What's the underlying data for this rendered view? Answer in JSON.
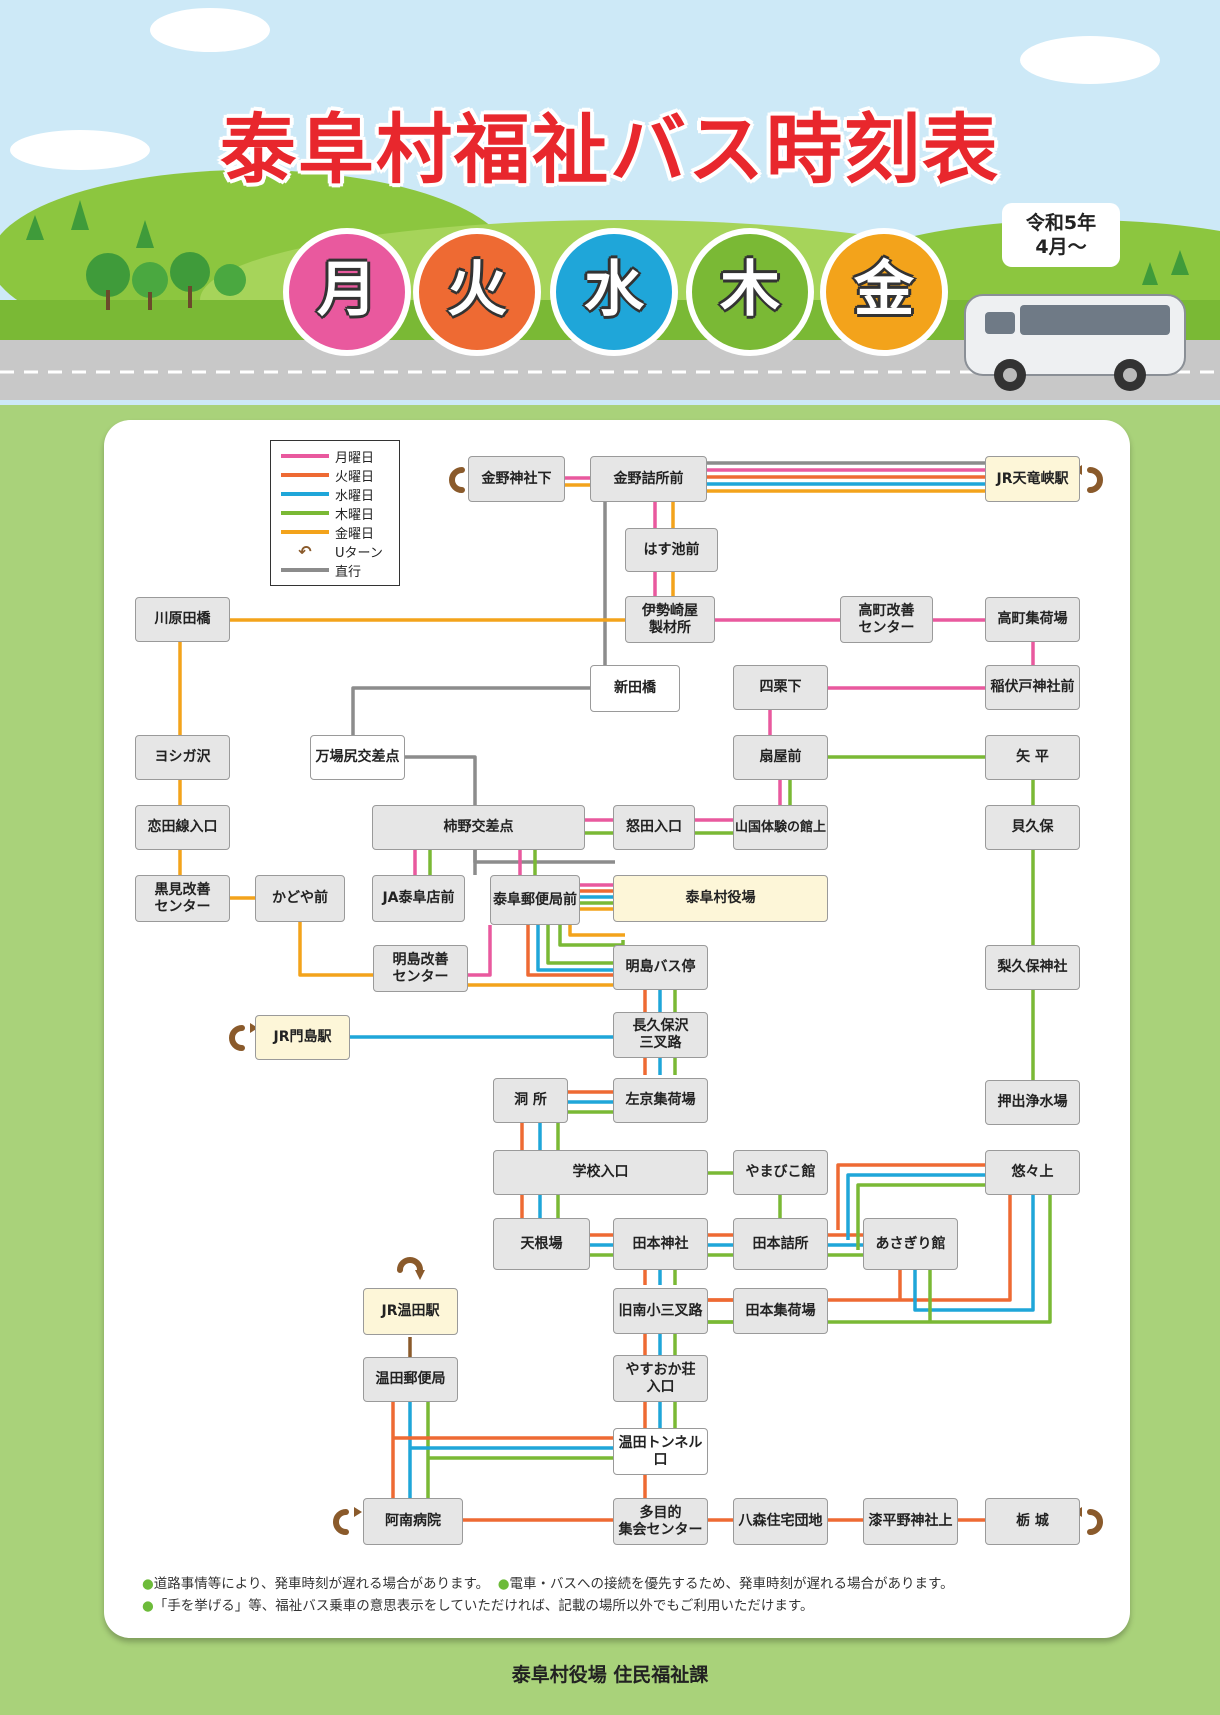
{
  "header": {
    "title": "泰阜村福祉バス時刻表",
    "days": [
      {
        "label": "月",
        "color": "#e9599e"
      },
      {
        "label": "火",
        "color": "#ee6a33"
      },
      {
        "label": "水",
        "color": "#1fa6d9"
      },
      {
        "label": "木",
        "color": "#7ab935"
      },
      {
        "label": "金",
        "color": "#f3a31b"
      }
    ],
    "era_line1": "令和5年",
    "era_line2": "4月〜"
  },
  "legend": [
    {
      "label": "月曜日",
      "color": "#e9599e"
    },
    {
      "label": "火曜日",
      "color": "#ee6a33"
    },
    {
      "label": "水曜日",
      "color": "#1fa6d9"
    },
    {
      "label": "木曜日",
      "color": "#7ab935"
    },
    {
      "label": "金曜日",
      "color": "#f3a31b"
    },
    {
      "label": "Uターン",
      "icon": "u-turn-icon",
      "color": "#8a5a2b"
    },
    {
      "label": "直行",
      "color": "#8c8c8c"
    }
  ],
  "stops": {
    "kanano_jinja": "金野神社下",
    "kanano_tsumesho": "金野詰所前",
    "jr_tenryukyo": "JR天竜峡駅",
    "hasuike": "はす池前",
    "kawarada": "川原田橋",
    "isezakiya": "伊勢崎屋\n製材所",
    "takamachi_kaizen": "高町改善\nセンター",
    "takamachi_shuka": "高町集荷場",
    "shindabashi": "新田橋",
    "yotsuguri": "四栗下",
    "inafushido": "稲伏戸神社前",
    "yoshigasawa": "ヨシガ沢",
    "manba": "万場尻交差点",
    "ogiyamae": "扇屋前",
    "yahira": "矢 平",
    "koida": "恋田線入口",
    "kakino": "柿野交差点",
    "nukata": "怒田入口",
    "sankoku": "山国体験の館上",
    "kaikubo": "貝久保",
    "kuromi": "黒見改善\nセンター",
    "kadoya": "かどや前",
    "ja": "JA泰阜店前",
    "yubinkyoku": "泰阜郵便局前",
    "yakuba": "泰阜村役場",
    "meijima_kaizen": "明島改善\nセンター",
    "meijima_busstop": "明島バス停",
    "rikyubo": "梨久保神社",
    "jr_kadoshima": "JR門島駅",
    "nagakubosawa": "長久保沢\n三叉路",
    "hora": "洞 所",
    "sakyo": "左京集荷場",
    "oshide": "押出浄水場",
    "gakko": "学校入口",
    "yamabiko": "やまびこ館",
    "yuyukami": "悠々上",
    "tenne": "天根場",
    "tamoto_jinja": "田本神社",
    "tamoto_tsumesho": "田本詰所",
    "asagiri": "あさぎり館",
    "jr_nukuta": "JR温田駅",
    "kyuminami": "旧南小三叉路",
    "tamoto_shuka": "田本集荷場",
    "nukuta_post": "温田郵便局",
    "yasuoka": "やすおか荘\n入口",
    "nukuta_tunnel": "温田トンネル口",
    "anan": "阿南病院",
    "tamokuteki": "多目的\n集会センター",
    "yamori": "八森住宅団地",
    "urushihirano": "漆平野神社上",
    "tochishiro": "栃 城"
  },
  "notes": {
    "line1a": "道路事情等により、発車時刻が遅れる場合があります。",
    "line1b": "電車・バスへの接続を優先するため、発車時刻が遅れる場合があります。",
    "line2": "「手を挙げる」等、福祉バス乗車の意思表示をしていただければ、記載の場所以外でもご利用いただけます。"
  },
  "footer": "泰阜村役場 住民福祉課"
}
